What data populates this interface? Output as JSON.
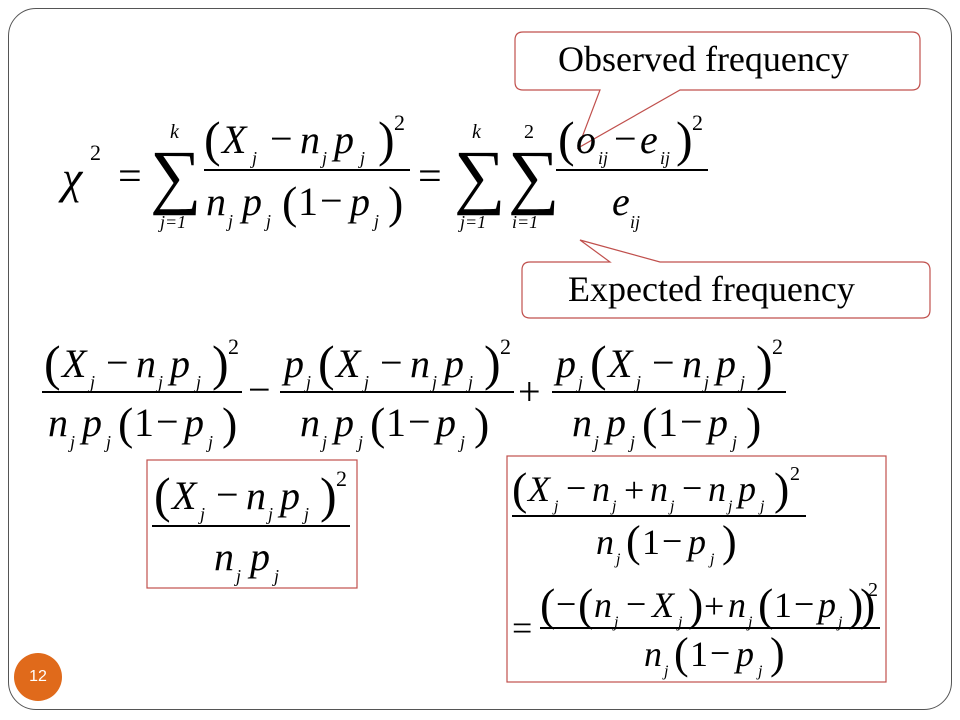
{
  "slide": {
    "page_number": "12",
    "accent_color": "#e06a1b",
    "callout_border_color": "#c0504d"
  },
  "callouts": {
    "observed": "Observed frequency",
    "expected": "Expected frequency"
  },
  "formula": {
    "chi": "χ",
    "sq": "2",
    "eq": "=",
    "minus": "−",
    "plus": "+",
    "sum": "∑",
    "k": "k",
    "j_eq_1": "j=1",
    "i_eq_1": "i=1",
    "X": "X",
    "j": "j",
    "n": "n",
    "p": "p",
    "o": "o",
    "e": "e",
    "ij": "ij",
    "one": "1",
    "lparen": "(",
    "rparen": ")",
    "lbrace": "("
  }
}
